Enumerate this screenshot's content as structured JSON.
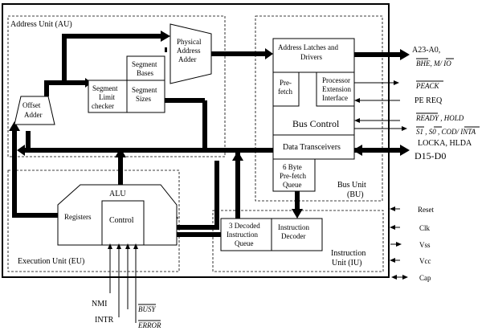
{
  "units": {
    "address": "Address Unit (AU)",
    "bus_line1": "Bus Unit",
    "bus_line2": "(BU)",
    "execution": "Execution Unit (EU)",
    "instruction_line1": "Instruction",
    "instruction_line2": "Unit (IU)"
  },
  "blocks": {
    "physical_address_adder": [
      "Physical",
      "Address",
      "Adder"
    ],
    "segment_bases": [
      "Segment",
      "Bases"
    ],
    "segment_sizes": [
      "Segment",
      "Sizes"
    ],
    "segment_limit_checker": [
      "Segment",
      "Limit",
      "checker"
    ],
    "offset_adder": [
      "Offset",
      "Adder"
    ],
    "address_latches": [
      "Address Latches and",
      "Drivers"
    ],
    "prefetch": [
      "Pre-",
      "fetch"
    ],
    "processor_extension": [
      "Processor",
      "Extension",
      "Interface"
    ],
    "bus_control": "Bus Control",
    "data_transceivers": "Data Transceivers",
    "prefetch_queue": [
      "6 Byte",
      "Pre-fetch",
      "Queue"
    ],
    "alu": "ALU",
    "registers": "Registers",
    "control": "Control",
    "decoded_queue": [
      "3 Decoded",
      "Instruction",
      "Queue"
    ],
    "instruction_decoder": [
      "Instruction",
      "Decoder"
    ]
  },
  "signals": {
    "address_bus": "A23-A0,",
    "bhe_mio": "BHE, M/ IO",
    "peack": "PEACK",
    "pereq": "PE REQ",
    "ready_hold": "READY , HOLD",
    "status": "S1 , S0 , COD/ INTA",
    "locka_hlda": "LOCKA, HLDA",
    "data_bus": "D15-D0",
    "reset": "Reset",
    "clk": "Clk",
    "vss": "Vss",
    "vcc": "Vcc",
    "cap": "Cap",
    "nmi": "NMI",
    "intr": "INTR",
    "busy": "BUSY",
    "error": "ERROR"
  }
}
